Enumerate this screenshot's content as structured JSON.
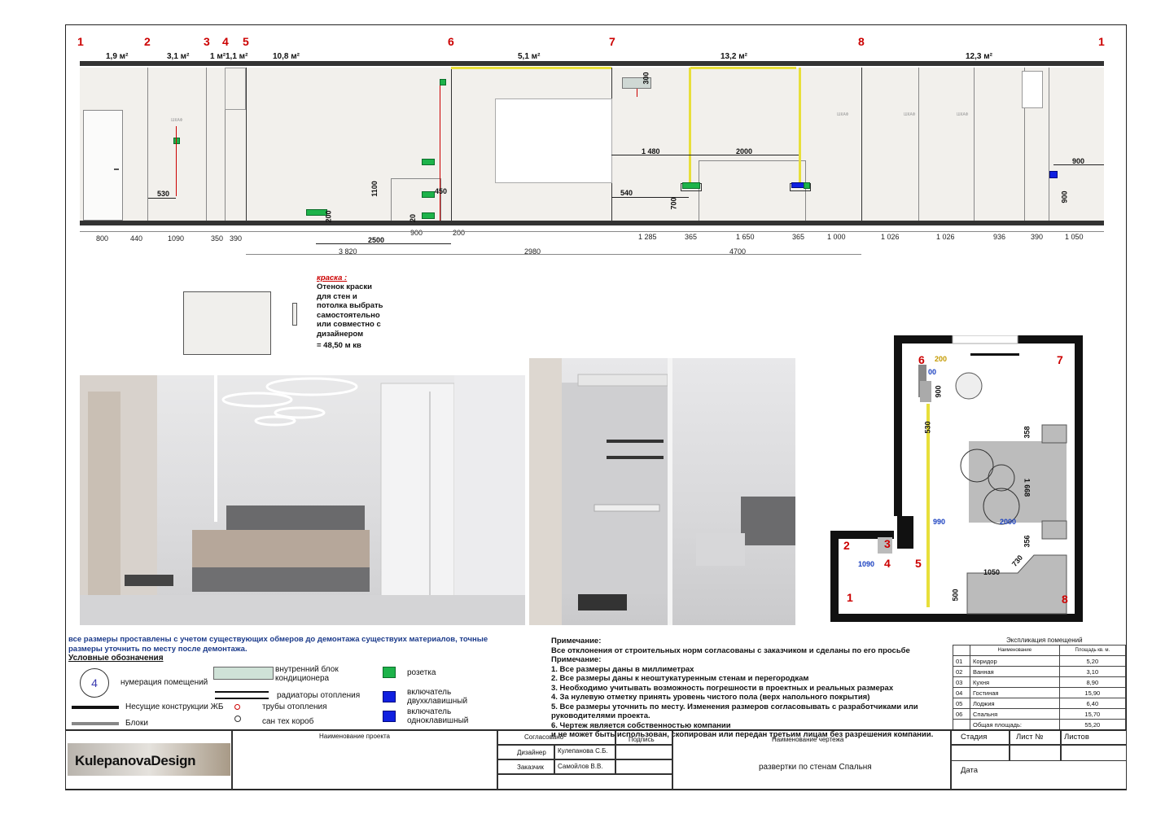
{
  "axes": [
    "1",
    "2",
    "3",
    "4",
    "5",
    "6",
    "7",
    "8",
    "1"
  ],
  "areas": [
    "1,9 м²",
    "3,1 м²",
    "1 м²",
    "1,1 м²",
    "10,8 м²",
    "5,1 м²",
    "13,2 м²",
    "12,3 м²"
  ],
  "wall_labels": {
    "wardrobe": "ШКАФ"
  },
  "elevation_dims": {
    "bottom_row": [
      "800",
      "440",
      "1090",
      "350",
      "390",
      "1 285",
      "365",
      "1 650",
      "365",
      "1 000",
      "1 026",
      "1 026",
      "936",
      "390",
      "1 050"
    ],
    "second_row": [
      "3 820",
      "2980",
      "4700"
    ],
    "mid": [
      "530",
      "1100",
      "450",
      "2500",
      "900",
      "200",
      "20",
      "200",
      "300",
      "1 480",
      "2000",
      "540",
      "700",
      "900",
      "900"
    ]
  },
  "paint": {
    "title": "краска :",
    "text": "Отенок краски для стен и потолка выбрать самостоятельно или совместно с дизайнером",
    "area": "= 48,50 м кв"
  },
  "plan": {
    "axis_labels": [
      "6",
      "7",
      "2",
      "3",
      "4",
      "5",
      "1",
      "8"
    ],
    "dims": [
      "200",
      "900",
      "00",
      "530",
      "358",
      "1 668",
      "356",
      "730",
      "2000",
      "990",
      "1090",
      "1050",
      "500"
    ]
  },
  "note_blue": "все размеры проставлены с учетом существующих обмеров до демонтажа существуих материалов, точные размеры уточнить по месту после демонтажа.",
  "legend": {
    "title": "Условные обозначения",
    "badge": "4",
    "items": {
      "room_num": "нумерация помещений",
      "ac": "внутренний блок кондиционера",
      "socket": "розетка",
      "radiator": "радиаторы отопления",
      "switch2": "включатель двухклавишный",
      "bearing": "Несущие конструкции ЖБ",
      "pipes": "трубы отопления",
      "switch1": "включатель одноклавишный",
      "blocks": "Блоки",
      "box": "сан тех короб"
    }
  },
  "notes": {
    "h1": "Примечание:",
    "l1": "Все отклонения от строительных норм согласованы с заказчиком и сделаны по его просьбе",
    "h2": "Примечание:",
    "items": [
      "1. Все размеры даны в миллиметрах",
      "2. Все размеры даны к неоштукатуренным стенам и перегородкам",
      "3. Необходимо учитывать возможность погрешности в проектных и реальных размерах",
      "4. За нулевую отметку принять уровень чистого пола (верх напольного покрытия)",
      "5. Все размеры уточнить по месту. Изменения размеров согласовывать с разработчиками или руководителями проекта.",
      "6. Чертеж является собственностью компании",
      " и не может быть использован, скопирован или передан третьим лицам без разрешения компании."
    ]
  },
  "explication": {
    "title": "Экспликация помещений",
    "headers": [
      "",
      "Наименование",
      "Площадь кв. м."
    ],
    "rows": [
      [
        "01",
        "Коридор",
        "5,20"
      ],
      [
        "02",
        "Ванная",
        "3,10"
      ],
      [
        "03",
        "Кухня",
        "8,90"
      ],
      [
        "04",
        "Гостиная",
        "15,90"
      ],
      [
        "05",
        "Лоджия",
        "6,40"
      ],
      [
        "06",
        "Спальня",
        "15,70"
      ],
      [
        "",
        "Общая площадь:",
        "55,20"
      ]
    ]
  },
  "title_block": {
    "logo": "KulepanovaDesign",
    "project_name_label": "Наименование проекта",
    "agreed": "Согласовано",
    "signature": "Подпись",
    "drawing_name_label": "Наименование чертежа",
    "designer_label": "Дизайнер",
    "designer": "Кулепанова С.Б.",
    "client_label": "Заказчик",
    "client": "Самойлов  В.В.",
    "drawing_name": "развертки по стенам Спальня",
    "stage": "Стадия",
    "sheet": "Лист №",
    "sheets": "Листов",
    "date": "Дата"
  }
}
